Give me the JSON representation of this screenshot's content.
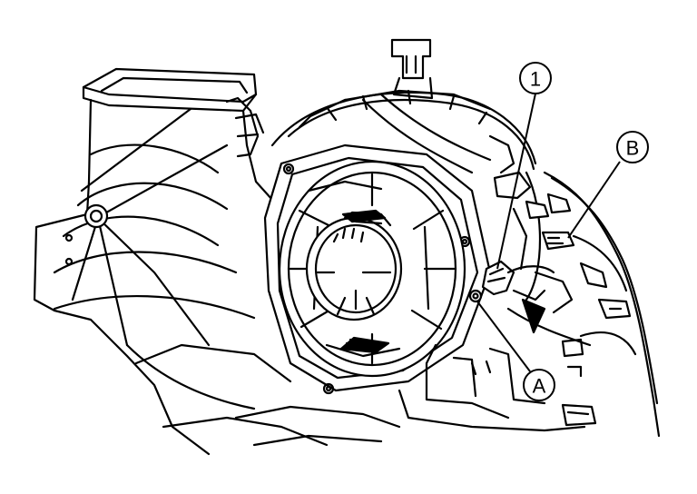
{
  "callouts": {
    "item_1": "1",
    "item_a": "A",
    "item_b": "B"
  },
  "colors": {
    "ink": "#000000",
    "paper": "#ffffff"
  }
}
